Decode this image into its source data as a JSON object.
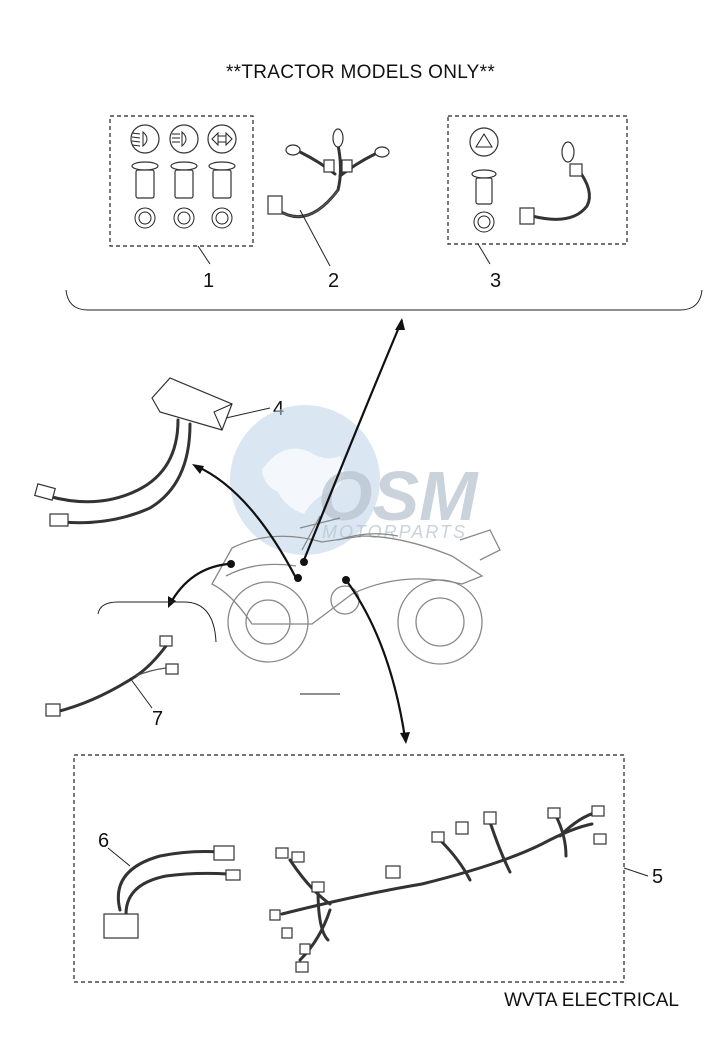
{
  "header": {
    "title": "**TRACTOR MODELS ONLY**"
  },
  "footer": {
    "caption": "WVTA ELECTRICAL"
  },
  "watermark": {
    "brand": "OSM",
    "sub": "MOTORPARTS"
  },
  "callouts": [
    "1",
    "2",
    "3",
    "4",
    "5",
    "6",
    "7"
  ],
  "colors": {
    "line": "#222222",
    "watermark": "#b9c4cf",
    "globe": "#bcd3ea"
  }
}
